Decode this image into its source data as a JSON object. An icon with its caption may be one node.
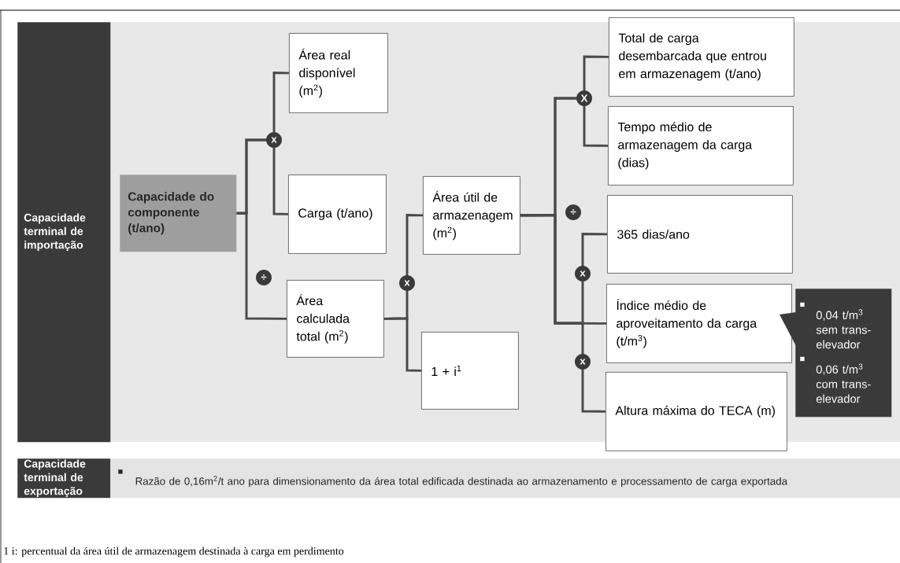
{
  "diagram": {
    "nodes": [
      {
        "text": [
          "Capacidade terminal de importação"
        ]
      },
      {
        "text": [
          "Capacidade do componente (t/ano)"
        ]
      },
      {
        "text": [
          "Área real disponível (m$^{2}$)"
        ]
      },
      {
        "text": [
          "Carga (t/ano)"
        ]
      },
      {
        "text": [
          "Área calculada total (m$^{2}$)"
        ]
      },
      {
        "text": [
          "Área útil de armazenagem (m$^{2}$)"
        ]
      },
      {
        "text": [
          "1 + i$^{1}$"
        ]
      },
      {
        "text": [
          "Total de carga desembarcada que entrou em armazenagem (t/ano)"
        ]
      },
      {
        "text": [
          "Tempo médio de armazenagem da carga (dias)"
        ]
      },
      {
        "text": [
          "365 dias/ano"
        ]
      },
      {
        "text": [
          "Índice médio de aproveitamento da carga (t/m$^{3}$)"
        ]
      },
      {
        "text": [
          "Altura máxima do TECA (m)"
        ]
      },
      {
        "text": [
          "0,04 t/m$^{3}$ sem trans-elevador",
          "0,06 t/m$^{3}$ com trans-elevador"
        ]
      },
      {
        "text": [
          "Capacidade terminal de exportação"
        ]
      },
      {
        "text": [
          "Razão de 0,16m$^{2}$/t ano para dimensionamento da área total edificada destinada ao armazenamento e processamento de carga exportada"
        ]
      }
    ],
    "edges": [
      {
        "from": 1,
        "to": 2,
        "arrow": "none"
      },
      {
        "from": 1,
        "to": 3,
        "arrow": "none"
      },
      {
        "from": 1,
        "to": 4,
        "arrow": "none"
      },
      {
        "from": 4,
        "to": 5,
        "arrow": "none"
      },
      {
        "from": 4,
        "to": 6,
        "arrow": "none"
      },
      {
        "from": 5,
        "to": 7,
        "arrow": "none"
      },
      {
        "from": 5,
        "to": 8,
        "arrow": "none"
      },
      {
        "from": 5,
        "to": 9,
        "arrow": "none"
      },
      {
        "from": 5,
        "to": 10,
        "arrow": "none"
      },
      {
        "from": 5,
        "to": 11,
        "arrow": "none"
      }
    ],
    "labels": [
      "x",
      "÷",
      "x",
      "X",
      "÷",
      "x",
      "x",
      "1 i: percentual da área útil de armazenagem destinada à carga em perdimento"
    ]
  }
}
